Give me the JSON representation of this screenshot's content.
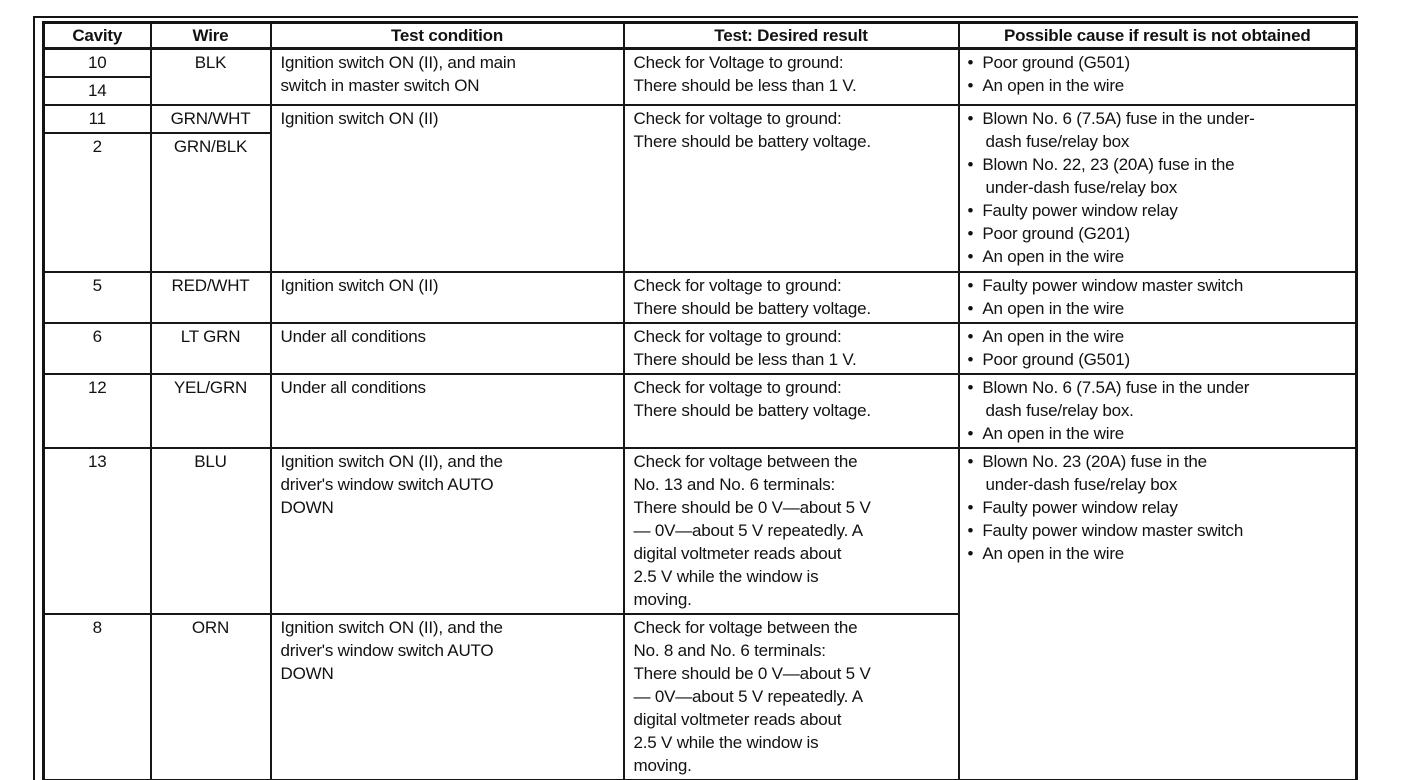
{
  "table": {
    "headers": [
      "Cavity",
      "Wire",
      "Test condition",
      "Test: Desired result",
      "Possible cause if result is not obtained"
    ],
    "blocks": [
      {
        "cavities": [
          "10",
          "14"
        ],
        "wires": [
          "BLK"
        ],
        "condition": "Ignition switch ON (II), and main\nswitch in master switch ON",
        "result": "Check for Voltage to ground:\nThere should be less than 1 V.",
        "causes": [
          "Poor ground (G501)",
          "An open in the wire"
        ]
      },
      {
        "cavities": [
          "11",
          "2"
        ],
        "wires": [
          "GRN/WHT",
          "GRN/BLK"
        ],
        "condition": "Ignition switch ON (II)",
        "result": "Check for voltage to ground:\nThere should be battery voltage.",
        "causes": [
          "Blown No. 6 (7.5A) fuse in the under-\ndash fuse/relay box",
          "Blown No. 22, 23 (20A) fuse in the\nunder-dash fuse/relay box",
          "Faulty power window relay",
          "Poor ground (G201)",
          "An open in the wire"
        ]
      },
      {
        "cavities": [
          "5"
        ],
        "wires": [
          "RED/WHT"
        ],
        "condition": "Ignition switch ON (II)",
        "result": "Check for voltage to ground:\nThere should be battery voltage.",
        "causes": [
          "Faulty power window master switch",
          "An open in the wire"
        ]
      },
      {
        "cavities": [
          "6"
        ],
        "wires": [
          "LT GRN"
        ],
        "condition": "Under all conditions",
        "result": "Check for voltage to ground:\nThere should be less than 1 V.",
        "causes": [
          "An open in the wire",
          "Poor ground (G501)"
        ]
      },
      {
        "cavities": [
          "12"
        ],
        "wires": [
          "YEL/GRN"
        ],
        "condition": "Under all conditions",
        "result": "Check for voltage to ground:\nThere should be battery voltage.",
        "causes": [
          "Blown No. 6 (7.5A) fuse in the under\ndash fuse/relay box.",
          "An open in the wire"
        ]
      },
      {
        "cavities": [
          "13"
        ],
        "wires": [
          "BLU"
        ],
        "condition": "Ignition switch ON (II), and the\ndriver's window switch AUTO\nDOWN",
        "result": "Check for voltage between the\nNo. 13 and No. 6 terminals:\nThere should be 0 V—about 5 V\n— 0V—about 5 V repeatedly. A\ndigital voltmeter reads about\n2.5 V while the window is\nmoving.",
        "causes": [
          "Blown No. 23 (20A) fuse in the\nunder-dash fuse/relay box",
          "Faulty power window relay",
          "Faulty power window master switch",
          "An open in the wire"
        ]
      },
      {
        "cavities": [
          "8"
        ],
        "wires": [
          "ORN"
        ],
        "condition": "Ignition switch ON (II), and the\ndriver's window switch AUTO\nDOWN",
        "result": "Check for voltage between the\nNo. 8 and No. 6 terminals:\nThere should be 0 V—about 5 V\n— 0V—about 5 V repeatedly. A\ndigital voltmeter reads about\n2.5 V while the window is\nmoving."
      }
    ],
    "ink_color": "#171717"
  }
}
